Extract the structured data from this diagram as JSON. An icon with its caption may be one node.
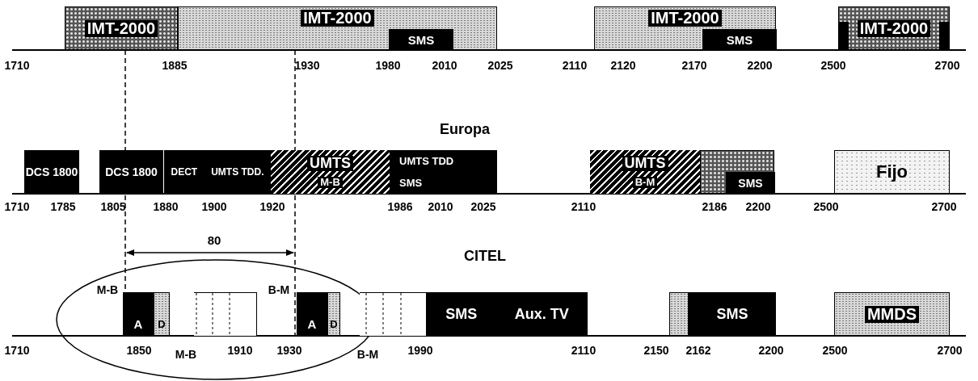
{
  "diagram": {
    "nodes": [
      {
        "text": [
          "IMT-2000"
        ]
      },
      {
        "text": [
          "IMT-2000"
        ]
      },
      {
        "text": [
          "SMS"
        ],
        "in": 1
      },
      {
        "text": [
          "IMT-2000"
        ]
      },
      {
        "text": [
          "SMS"
        ],
        "in": 3
      },
      {
        "text": [
          "IMT-2000"
        ]
      },
      {
        "text": [
          "DCS 1800"
        ]
      },
      {
        "text": [
          "DCS 1800"
        ]
      },
      {
        "text": [
          "DECT",
          "UMTS TDD."
        ]
      },
      {
        "text": [
          "UMTS",
          "M-B"
        ]
      },
      {
        "text": [
          "UMTS TDD",
          "SMS"
        ]
      },
      {
        "text": [
          "UMTS",
          "B-M"
        ]
      },
      {
        "text": [],
        "shape": "box"
      },
      {
        "text": [
          "SMS"
        ],
        "in": 12
      },
      {
        "text": [
          "Fijo"
        ]
      },
      {
        "text": [
          "A"
        ]
      },
      {
        "text": [
          "D"
        ]
      },
      {
        "text": [],
        "shape": "box"
      },
      {
        "text": [
          "A"
        ]
      },
      {
        "text": [
          "D"
        ]
      },
      {
        "text": [],
        "shape": "box"
      },
      {
        "text": [
          "SMS",
          "Aux. TV"
        ]
      },
      {
        "text": [],
        "shape": "box"
      },
      {
        "text": [
          "SMS"
        ]
      },
      {
        "text": [
          "MMDS"
        ]
      }
    ],
    "edges": [],
    "labels": [
      "1710",
      "1885",
      "1930",
      "1980",
      "2010",
      "2025",
      "2110",
      "2120",
      "2170",
      "2200",
      "2500",
      "2700",
      "Europa",
      "1710",
      "1785",
      "1805",
      "1880",
      "1900",
      "1920",
      "1986",
      "2010",
      "2025",
      "2110",
      "2186",
      "2200",
      "2500",
      "2700",
      "CITEL",
      "80",
      "M-B",
      "B-M",
      "1710",
      "1850",
      "M-B",
      "1910",
      "1930",
      "B-M",
      "1990",
      "2110",
      "2150",
      "2162",
      "2200",
      "2500",
      "2700"
    ]
  }
}
